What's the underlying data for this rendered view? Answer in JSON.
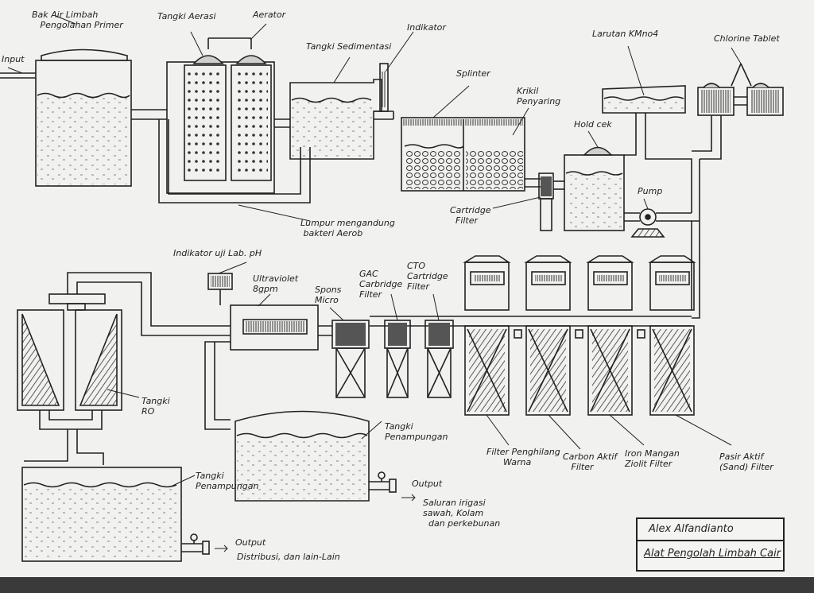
{
  "labels": {
    "input": "Input",
    "bak_air_limbah": "Bak Air Limbah\n   Pengolahan Primer",
    "tangki_aerasi": "Tangki Aerasi",
    "aerator": "Aerator",
    "tangki_sedimentasi": "Tangki Sedimentasi",
    "indikator": "Indikator",
    "splinter": "Splinter",
    "larutan_kmno4": "Larutan KMno4",
    "chlorine_tablet": "Chlorine Tablet",
    "kerikil_penyaring": "Krikil\nPenyaring",
    "hold_cek": "Hold cek",
    "pump": "Pump",
    "cartridge_filter": "Cartridge\n  Filter",
    "lumpur": "Lumpur mengandung\n bakteri Aerob",
    "indikator_uji_lab": "Indikator uji Lab. pH",
    "ultraviolet": "Ultraviolet\n8gpm",
    "spons_micro": "Spons\nMicro",
    "gac_filter": "GAC\nCarbridge\nFilter",
    "cto_filter": "CTO\nCartridge\nFilter",
    "tangki_ro": "Tangki\nRO",
    "tangki_penampungan_1": "Tangki\nPenampungan",
    "tangki_penampungan_2": "Tangki\nPenampungan",
    "filter_penghilang_warna": "Filter Penghilang\n      Warna",
    "carbon_aktif_filter": "Carbon Aktif\n   Filter",
    "iron_mangan_filter": "Iron Mangan\nZiolit Filter",
    "pasir_aktif_filter": "Pasir Aktif\n(Sand) Filter",
    "output_1": "Output",
    "saluran_irigasi": "Saluran irigasi\nsawah, Kolam\n  dan perkebunan",
    "output_2": "Output",
    "distribusi": "Distribusi, dan lain-Lain"
  },
  "title_block": {
    "author": "Alex Alfandianto",
    "title": "Alat Pengolah Limbah Cair"
  },
  "colors": {
    "ink": "#222222",
    "paper": "#f1f1ef",
    "fill_dark": "#555555"
  }
}
